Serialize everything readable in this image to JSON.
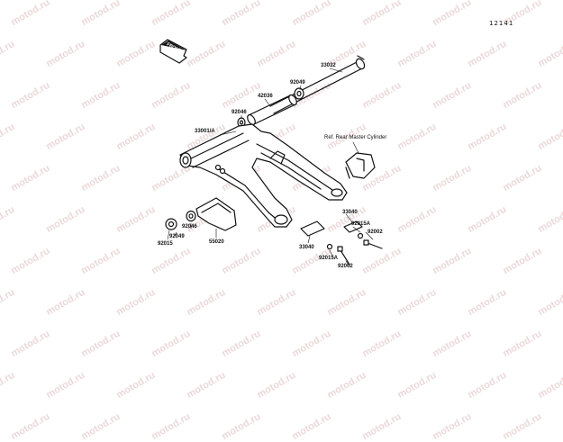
{
  "figure_number": "12141",
  "watermark_text": "motod.ru",
  "front_label": "FRONT",
  "reference_note": "Ref. Rear Master Cylinder",
  "parts": {
    "p33032": "33032",
    "p92049a": "92049",
    "p42036": "42036",
    "p92046a": "92046",
    "p33001A": "33001/A",
    "p33040a": "33040",
    "p92015Aa": "92015A",
    "p92002a": "92002",
    "p33040b": "33040",
    "p92015Ab": "92015A",
    "p92002b": "92002",
    "p55020": "55020",
    "p92046b": "92046",
    "p92049b": "92049",
    "p92015": "92015"
  },
  "colors": {
    "line": "#111111",
    "watermark": "#ecd9d9"
  }
}
